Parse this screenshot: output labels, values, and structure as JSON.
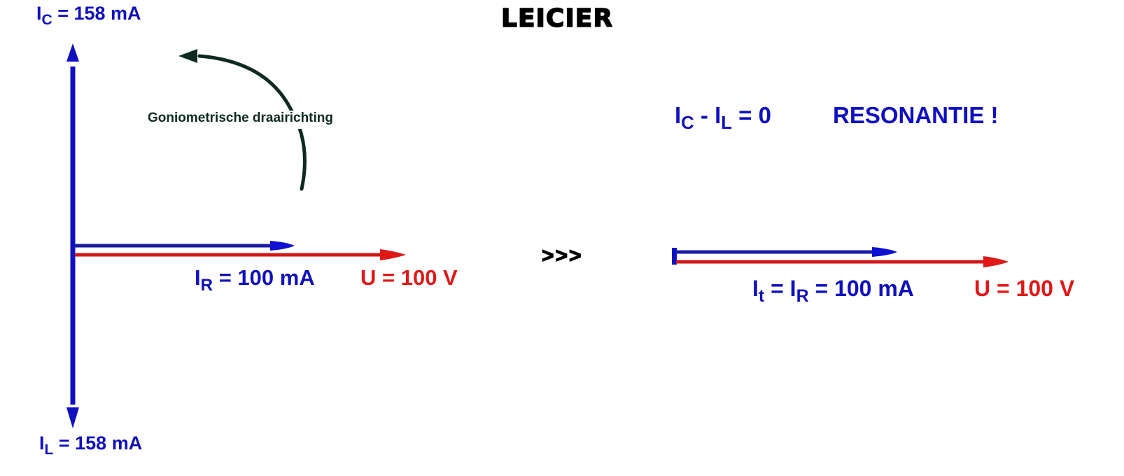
{
  "title": "LEICIER",
  "colors": {
    "current_blue": "#1010c0",
    "voltage_red": "#e01818",
    "rotation_arrow": "#0e2a22",
    "text_black": "#000000"
  },
  "left_diagram": {
    "ic": {
      "symbol": "I",
      "subscript": "C",
      "rest": " = 158 mA",
      "value_mA": 158
    },
    "il": {
      "symbol": "I",
      "subscript": "L",
      "rest": " = 158 mA",
      "value_mA": 158
    },
    "ir": {
      "symbol": "I",
      "subscript": "R",
      "rest": " = 100 mA",
      "value_mA": 100
    },
    "u": {
      "text": "U = 100 V",
      "value_V": 100
    },
    "rotation_label": "Goniometrische draairichting"
  },
  "transition_symbol": ">>>",
  "right_diagram": {
    "resonance": {
      "ic_symbol": "I",
      "ic_subscript": "C",
      "minus": " - ",
      "il_symbol": "I",
      "il_subscript": "L",
      "equals": " = 0",
      "label": "RESONANTIE !"
    },
    "it": {
      "symbol1": "I",
      "subscript1": "t",
      "mid": " = ",
      "symbol2": "I",
      "subscript2": "R",
      "rest": " = 100 mA",
      "value_mA": 100
    },
    "u": {
      "text": "U = 100 V",
      "value_V": 100
    }
  }
}
